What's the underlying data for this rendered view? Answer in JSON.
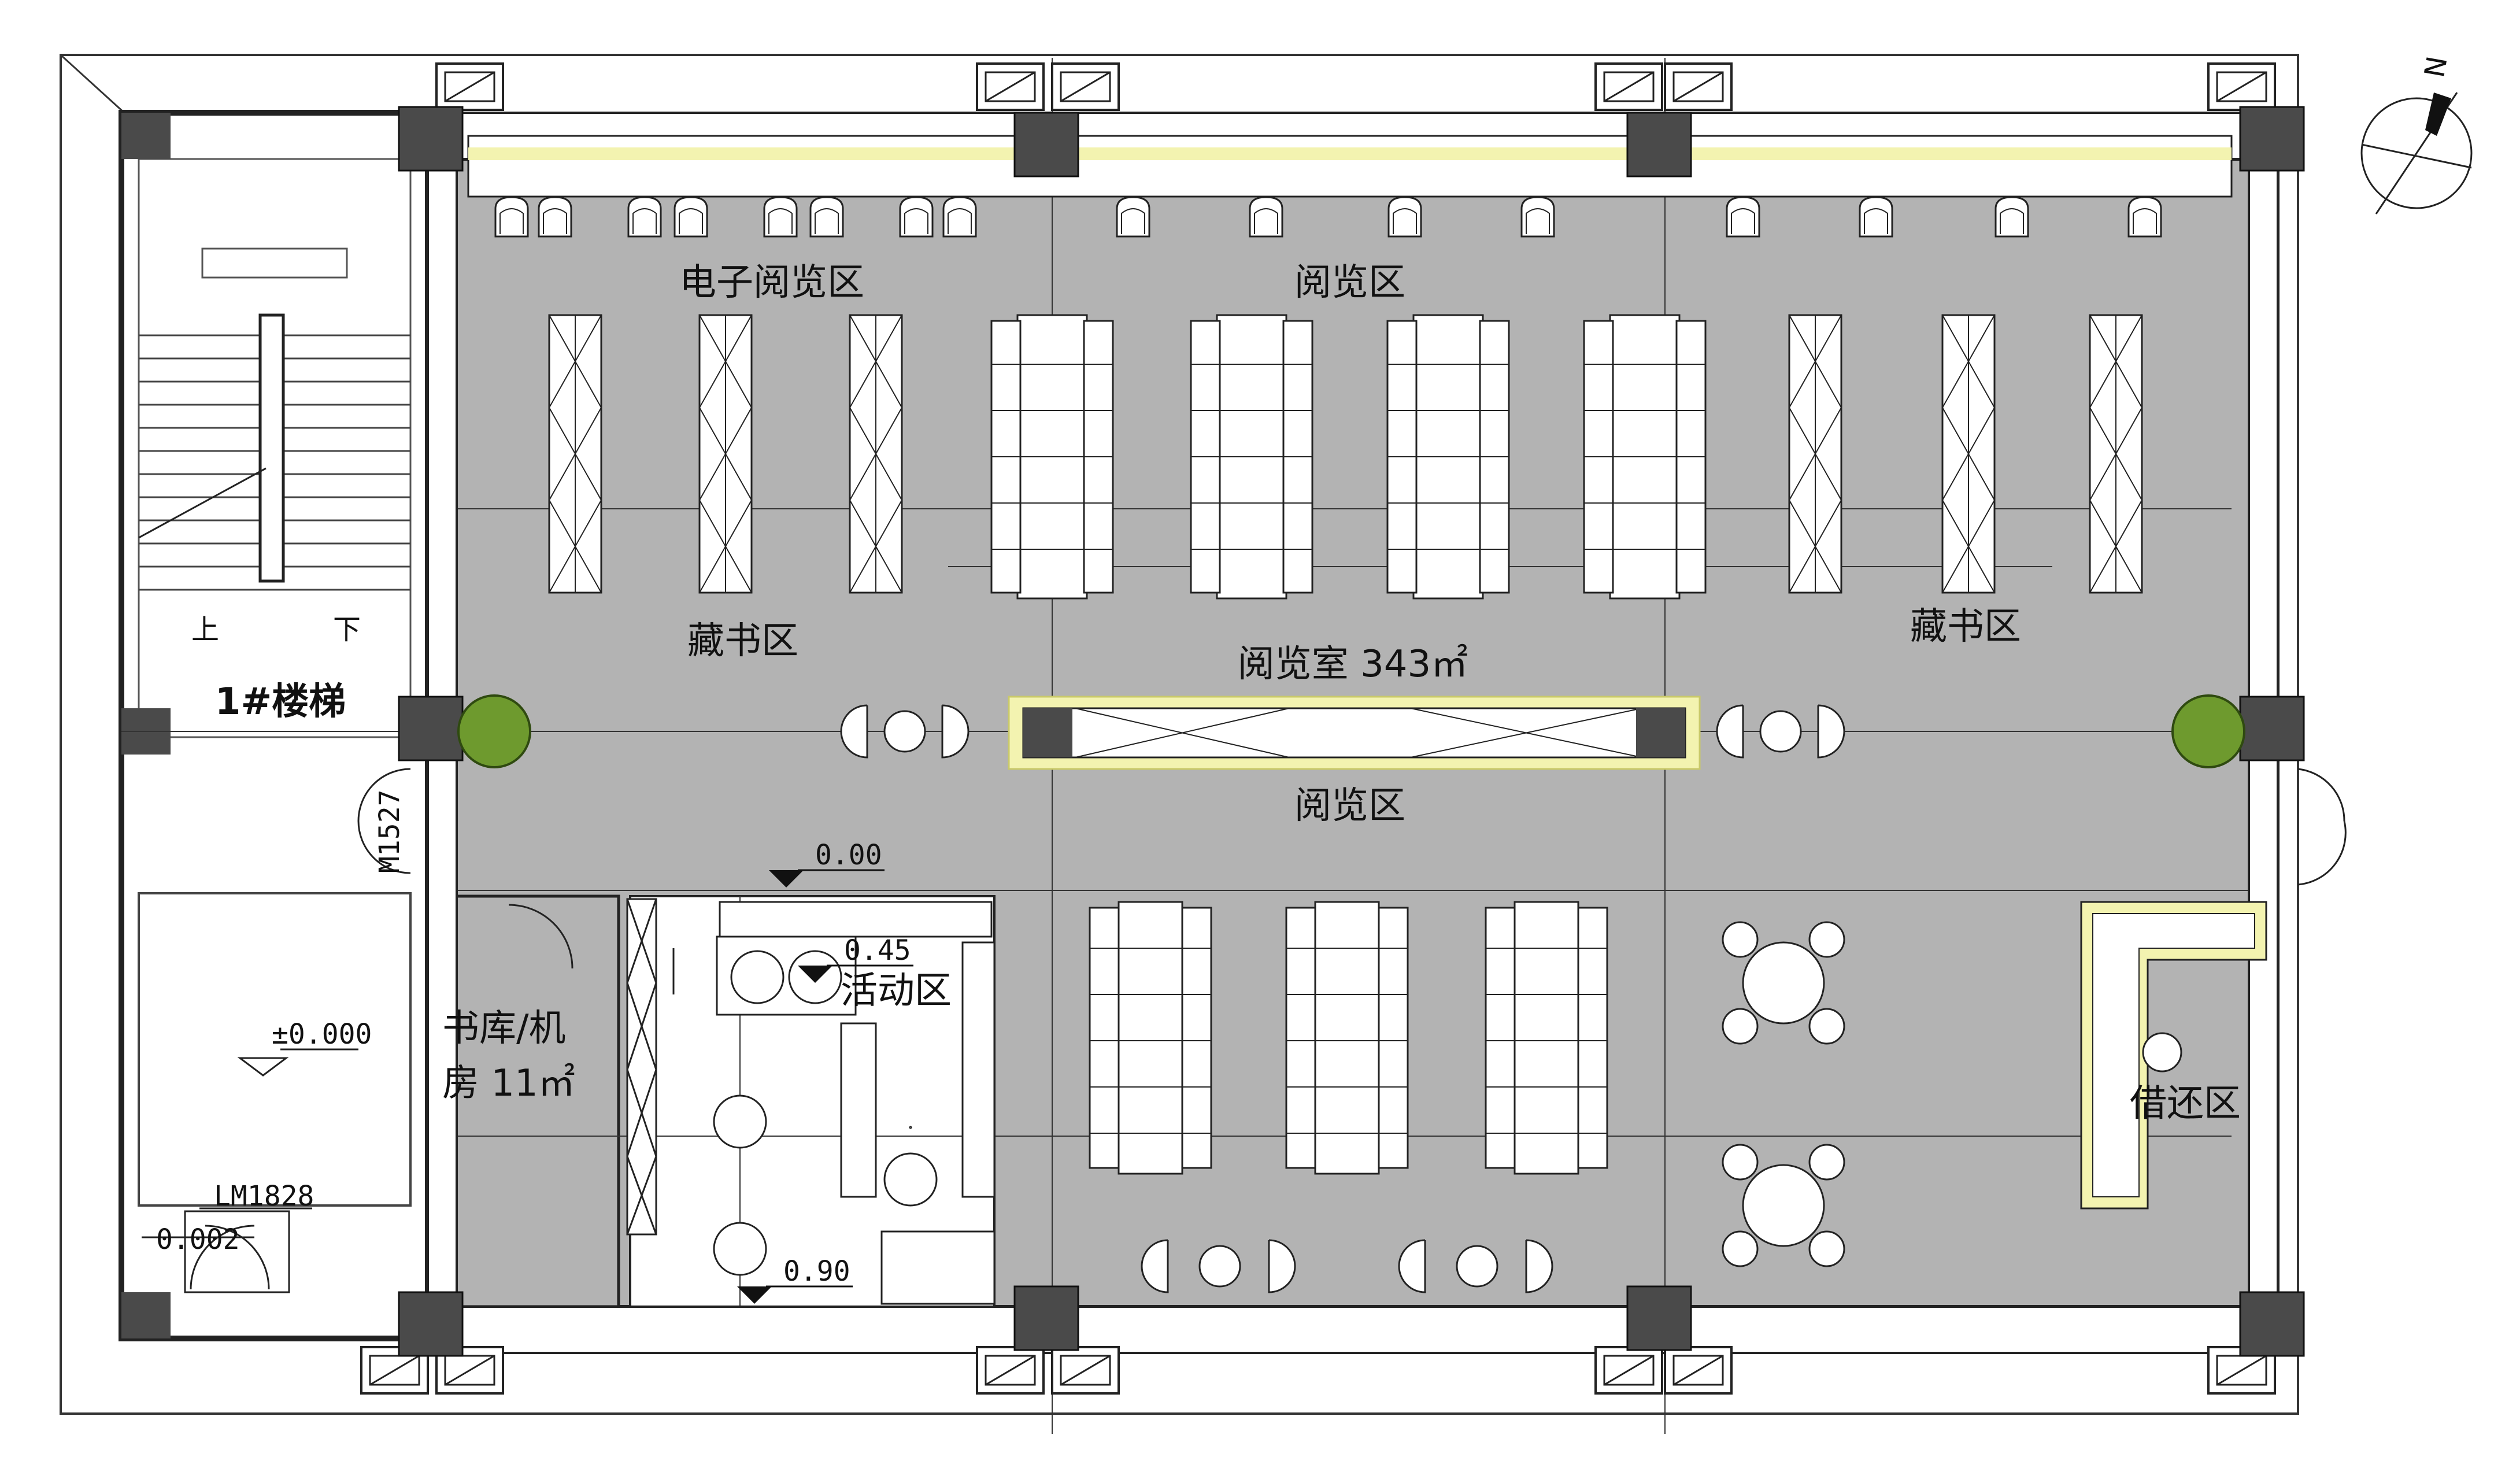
{
  "rooms": {
    "ebook_area": "电子阅览区",
    "reading_top": "阅览区",
    "stacks_left": "藏书区",
    "stacks_right": "藏书区",
    "reading_room": "阅览室 343㎡",
    "reading_mid": "阅览区",
    "activity": "活动区",
    "storage_l1": "书库/机",
    "storage_l2": "房 11㎡",
    "circulation": "借还区",
    "stair": "1#楼梯"
  },
  "levels": {
    "l000": "0.00",
    "l045": "0.45",
    "l090": "0.90",
    "stair_level": "±0.000",
    "door_level": "0.002"
  },
  "doors": {
    "side": "M1527",
    "front": "LM1828"
  },
  "stair_marks": {
    "up": "上",
    "down": "下"
  },
  "north": "N",
  "colors": {
    "floor": "#b3b3b3",
    "column": "#4a4a4a",
    "highlight": "#f3f3b0",
    "plant": "#6e9a2e"
  }
}
